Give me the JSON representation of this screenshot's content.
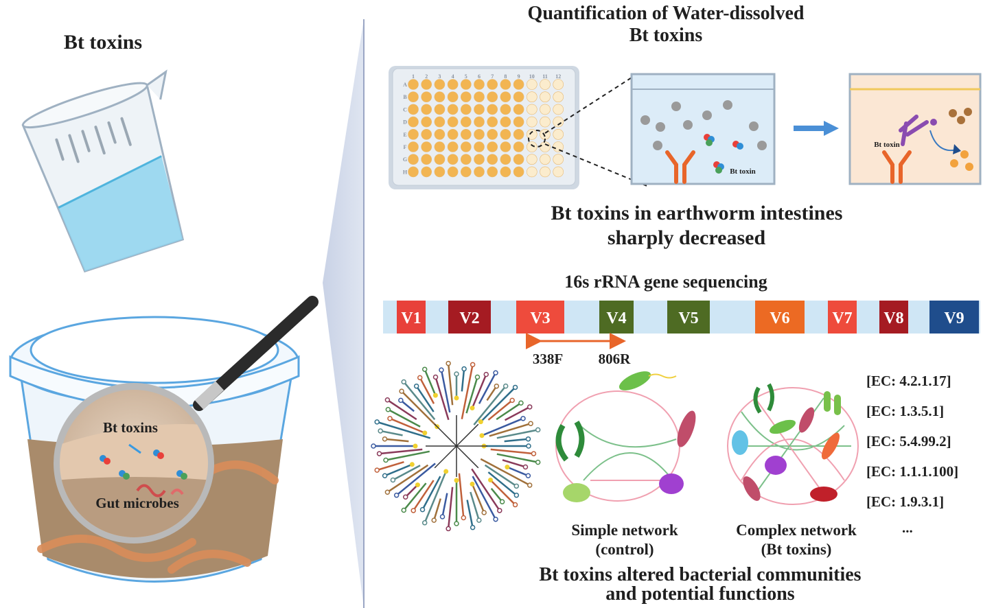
{
  "left_panel": {
    "title": "Bt toxins",
    "magnifier_label_top": "Bt toxins",
    "magnifier_label_bottom": "Gut microbes"
  },
  "right_panel": {
    "quant_title_line1": "Quantification of Water-dissolved",
    "quant_title_line2": "Bt toxins",
    "plate_columns": [
      "1",
      "2",
      "3",
      "4",
      "5",
      "6",
      "7",
      "8",
      "9",
      "10",
      "11",
      "12"
    ],
    "plate_rows": [
      "A",
      "B",
      "C",
      "D",
      "E",
      "F",
      "G",
      "H"
    ],
    "well_label": "Bt toxin",
    "elisa_label": "Bt toxin",
    "result_line1": "Bt toxins in earthworm intestines",
    "result_line2": "sharply decreased",
    "seq_title": "16s rRNA gene sequencing",
    "regions": [
      {
        "label": "V1",
        "color": "#e8413a"
      },
      {
        "label": "V2",
        "color": "#a51b22"
      },
      {
        "label": "V3",
        "color": "#ee4b3c"
      },
      {
        "label": "V4",
        "color": "#4e6b23"
      },
      {
        "label": "V5",
        "color": "#4e6b23"
      },
      {
        "label": "V6",
        "color": "#ec6a23"
      },
      {
        "label": "V7",
        "color": "#ee4b3c"
      },
      {
        "label": "V8",
        "color": "#a51b22"
      },
      {
        "label": "V9",
        "color": "#1f4d8c"
      }
    ],
    "primer_forward": "338F",
    "primer_reverse": "806R",
    "simple_network_line1": "Simple network",
    "simple_network_line2": "(control)",
    "complex_network_line1": "Complex network",
    "complex_network_line2": "(Bt toxins)",
    "ec_numbers": [
      "[EC: 4.2.1.17]",
      "[EC: 1.3.5.1]",
      "[EC: 5.4.99.2]",
      "[EC: 1.1.1.100]",
      "[EC: 1.9.3.1]",
      "..."
    ],
    "conclusion_line1": "Bt toxins altered bacterial communities",
    "conclusion_line2": "and potential functions"
  },
  "colors": {
    "accent_blue": "#4a8fd6",
    "gene_bar_bg": "#cfe6f5",
    "plate_well_filled": "#f2b552",
    "plate_well_empty": "#fbeccd",
    "soil": "#a98b6b",
    "antibody": "#e8652a"
  }
}
